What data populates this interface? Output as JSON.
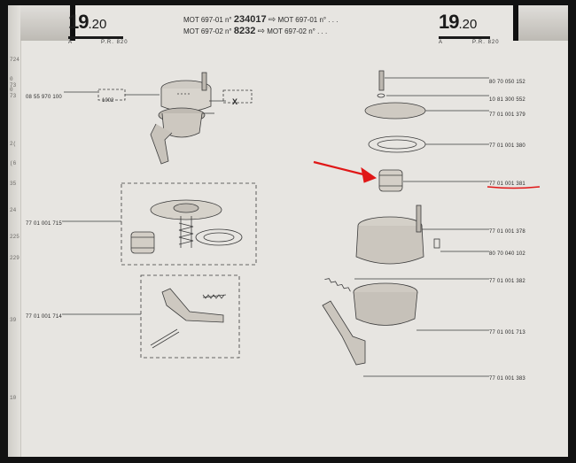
{
  "header": {
    "section_major": "19",
    "section_minor": ".20",
    "sub_letter": "A",
    "sub_model": "P.R. 820",
    "mot_lines": [
      {
        "prefix": "MOT 697-01 n°",
        "number": "234017",
        "arrow": "⇨",
        "suffix": "MOT 697-01 n° . . ."
      },
      {
        "prefix": "MOT 697-02 n°",
        "number": "8232",
        "arrow": "⇨",
        "suffix": "MOT 697-02 n° . . ."
      }
    ]
  },
  "left_diagram": {
    "callouts": [
      {
        "id": "pump-assembly",
        "label": "08 55 970 100"
      },
      {
        "id": "ref-box",
        "label": "1002"
      },
      {
        "id": "diaphragm-kit",
        "label": "77 01 001 715"
      },
      {
        "id": "lever-kit",
        "label": "77 01 001 714"
      }
    ],
    "x_box": "X"
  },
  "right_diagram": {
    "callouts": [
      {
        "id": "screw",
        "label": "80 70 050 152"
      },
      {
        "id": "washer",
        "label": "10 81 300 552"
      },
      {
        "id": "cover",
        "label": "77 01 001 379"
      },
      {
        "id": "gasket",
        "label": "77 01 001 380"
      },
      {
        "id": "filter",
        "label": "77 01 001 381"
      },
      {
        "id": "upper-body",
        "label": "77 01 001 378"
      },
      {
        "id": "body-screw",
        "label": "80 70 040 102"
      },
      {
        "id": "spring",
        "label": "77 01 001 382"
      },
      {
        "id": "lower-body",
        "label": "77 01 001 713"
      },
      {
        "id": "lever",
        "label": "77 01 001 383"
      }
    ]
  },
  "edge_text": [
    "724",
    "0 73",
    "0 73",
    "2(",
    "(6",
    "35",
    "24",
    "225",
    "229",
    "39",
    "10"
  ],
  "annotation": {
    "color": "#e01717",
    "highlighted": "77 01 001 381"
  }
}
